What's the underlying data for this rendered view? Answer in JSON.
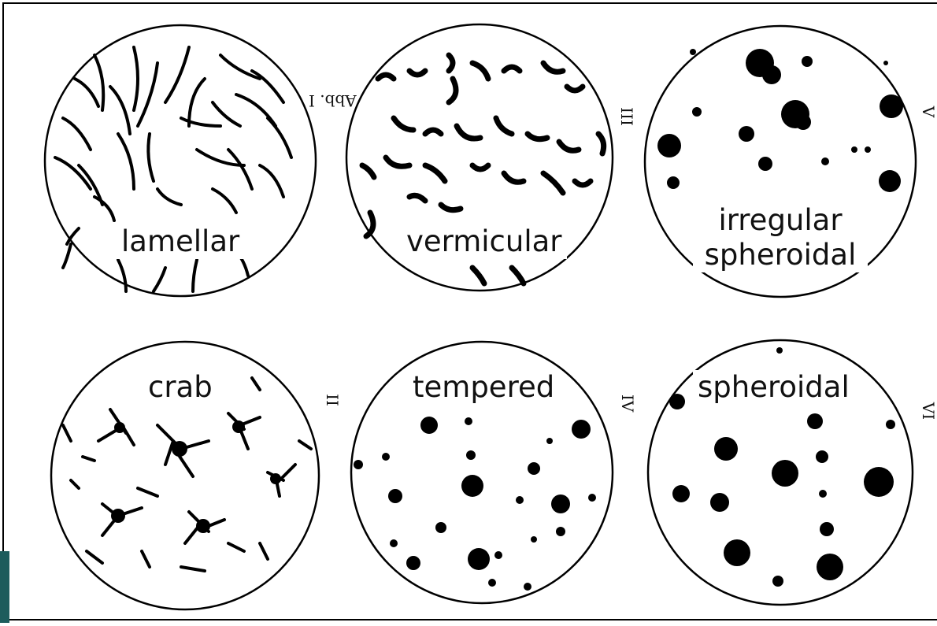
{
  "figure": {
    "panels": [
      {
        "id": "lamellar",
        "label": "lamellar",
        "numeral": "Abb. I"
      },
      {
        "id": "vermicular",
        "label": "vermicular",
        "numeral": "III"
      },
      {
        "id": "irregular-spheroidal",
        "label": "irregular\nspheroidal",
        "numeral": "V"
      },
      {
        "id": "crab",
        "label": "crab",
        "numeral": "II"
      },
      {
        "id": "tempered",
        "label": "tempered",
        "numeral": "IV"
      },
      {
        "id": "spheroidal",
        "label": "spheroidal",
        "numeral": "VI"
      }
    ]
  },
  "colors": {
    "ink": "#000000",
    "background": "#ffffff",
    "corner_accent": "#1d5c5c"
  }
}
